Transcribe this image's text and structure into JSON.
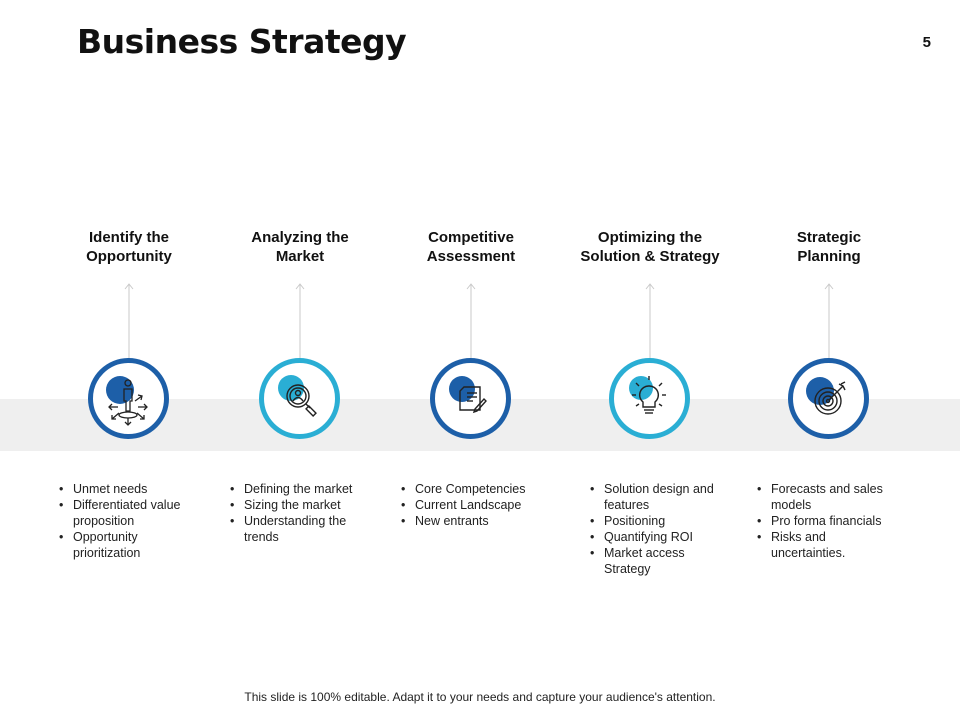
{
  "slide": {
    "title": "Business Strategy",
    "page_number": "5",
    "footer": "This slide is 100% editable. Adapt it to your needs and capture your audience's attention."
  },
  "steps": [
    {
      "heading_line1": "Identify the",
      "heading_line2": "Opportunity",
      "icon": "person-arrows-icon",
      "bullets": [
        "Unmet needs",
        "Differentiated value proposition",
        "Opportunity prioritization"
      ]
    },
    {
      "heading_line1": "Analyzing the",
      "heading_line2": "Market",
      "icon": "magnifier-person-icon",
      "bullets": [
        "Defining the market",
        "Sizing the market",
        "Understanding the trends"
      ]
    },
    {
      "heading_line1": "Competitive",
      "heading_line2": "Assessment",
      "icon": "document-pen-icon",
      "bullets": [
        "Core Competencies",
        "Current Landscape",
        "New entrants"
      ]
    },
    {
      "heading_line1": "Optimizing the",
      "heading_line2": "Solution & Strategy",
      "icon": "lightbulb-icon",
      "bullets": [
        "Solution design and features",
        "Positioning",
        "Quantifying ROI",
        "Market access Strategy"
      ]
    },
    {
      "heading_line1": "Strategic",
      "heading_line2": "Planning",
      "icon": "target-arrow-icon",
      "bullets": [
        "Forecasts and sales models",
        "Pro forma financials",
        "Risks and uncertainties."
      ]
    }
  ],
  "colors": {
    "dark_blue": "#1d5fa8",
    "light_blue": "#2aaed4",
    "band_gray": "#efefef"
  }
}
